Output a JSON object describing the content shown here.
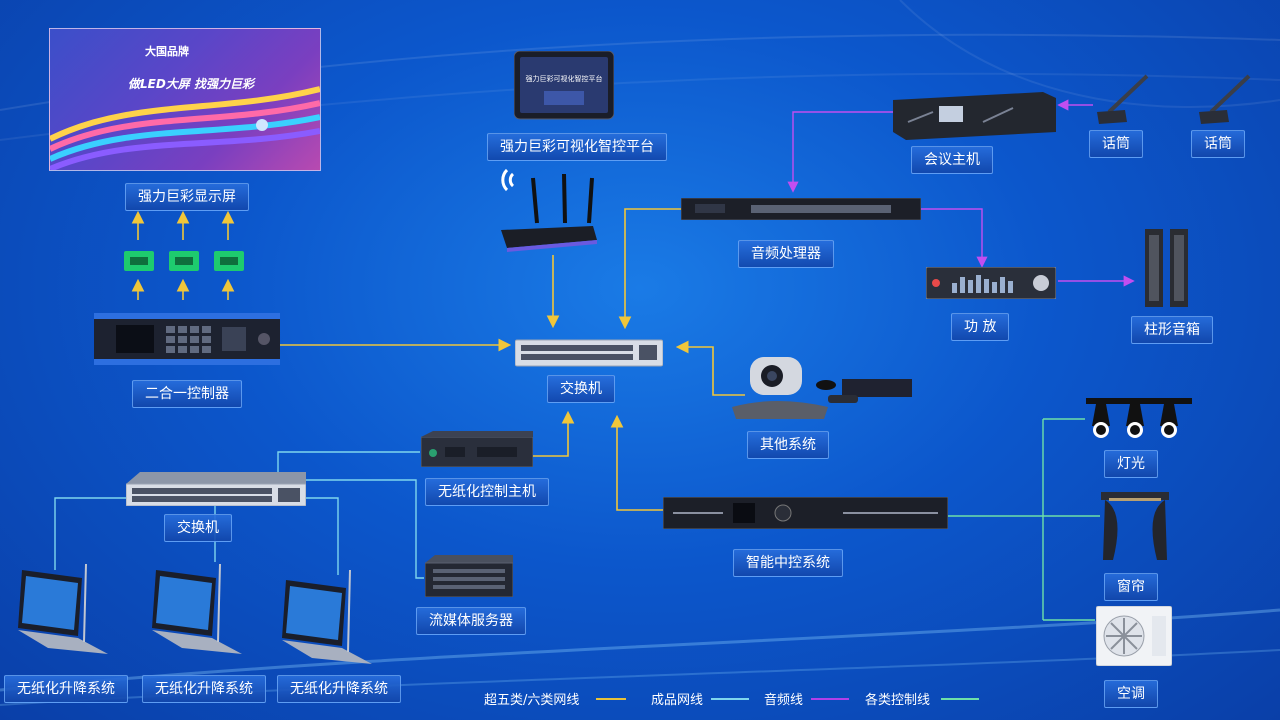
{
  "labels": {
    "display": "强力巨彩显示屏",
    "platform": "强力巨彩可视化智控平台",
    "conference_host": "会议主机",
    "mic1": "话筒",
    "mic2": "话筒",
    "audio_processor": "音频处理器",
    "amplifier": "功 放",
    "column_speaker": "柱形音箱",
    "controller": "二合一控制器",
    "core_switch": "交换机",
    "other_system": "其他系统",
    "paperless_host": "无纸化控制主机",
    "access_switch": "交换机",
    "smart_control": "智能中控系统",
    "media_server": "流媒体服务器",
    "lift1": "无纸化升降系统",
    "lift2": "无纸化升降系统",
    "lift3": "无纸化升降系统",
    "lights": "灯光",
    "curtain": "窗帘",
    "aircon": "空调"
  },
  "led_screen": {
    "logo_text": "大国品牌",
    "slogan": "做LED大屏 找强力巨彩"
  },
  "tablet_text": "强力巨彩可视化智控平台",
  "legend": [
    {
      "label": "超五类/六类网线",
      "color": "#e8c23a"
    },
    {
      "label": "成品网线",
      "color": "#7fd6ee"
    },
    {
      "label": "音频线",
      "color": "#b040e8"
    },
    {
      "label": "各类控制线",
      "color": "#6ee0a8"
    }
  ]
}
